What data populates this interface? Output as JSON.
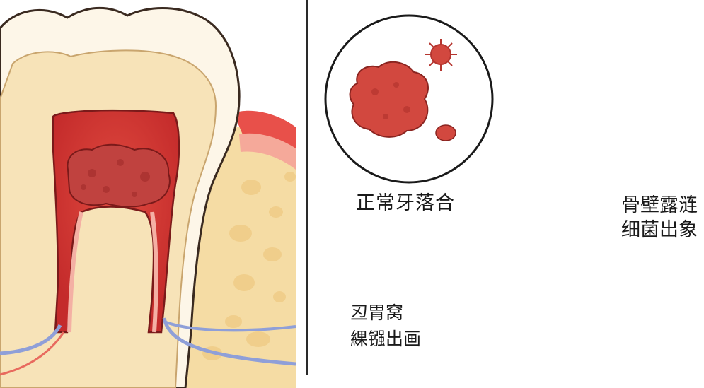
{
  "labels": {
    "normal": "正常牙落合",
    "bone_line1": "骨壁露涟",
    "bone_line2": "细菌出象",
    "sinus_line1": "丒胃窝",
    "sinus_line2": "綶镪出画"
  },
  "icons": {
    "arrow_right": "arrow-right-icon",
    "arrow_down_left": "arrow-down-left-icon"
  },
  "colors": {
    "pulp_red": "#cf2f2f",
    "enamel": "#fdf6e8",
    "dentin": "#f7e3b8",
    "bone": "#f5dca4",
    "bacteria": "#8ec9bd",
    "nerve_blue": "#8f9fd8"
  }
}
